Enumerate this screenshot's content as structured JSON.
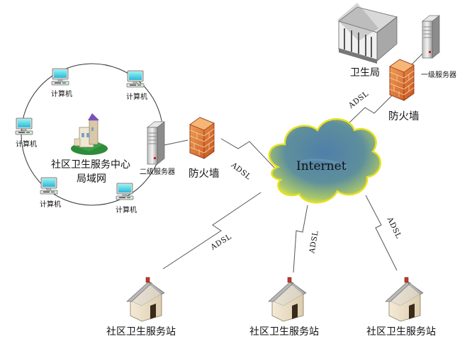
{
  "diagram": {
    "cloud_label": "Internet",
    "lan_label": {
      "line1": "社区卫生服务中心",
      "line2": "局域网"
    },
    "computer_label": "计算机",
    "secondary_server_label": "二级服务器",
    "primary_server_label": "一级服务器",
    "firewall_label": "防火墙",
    "health_bureau_label": "卫生局",
    "link_label": "ADSL",
    "station_label": "社区卫生服务站"
  }
}
